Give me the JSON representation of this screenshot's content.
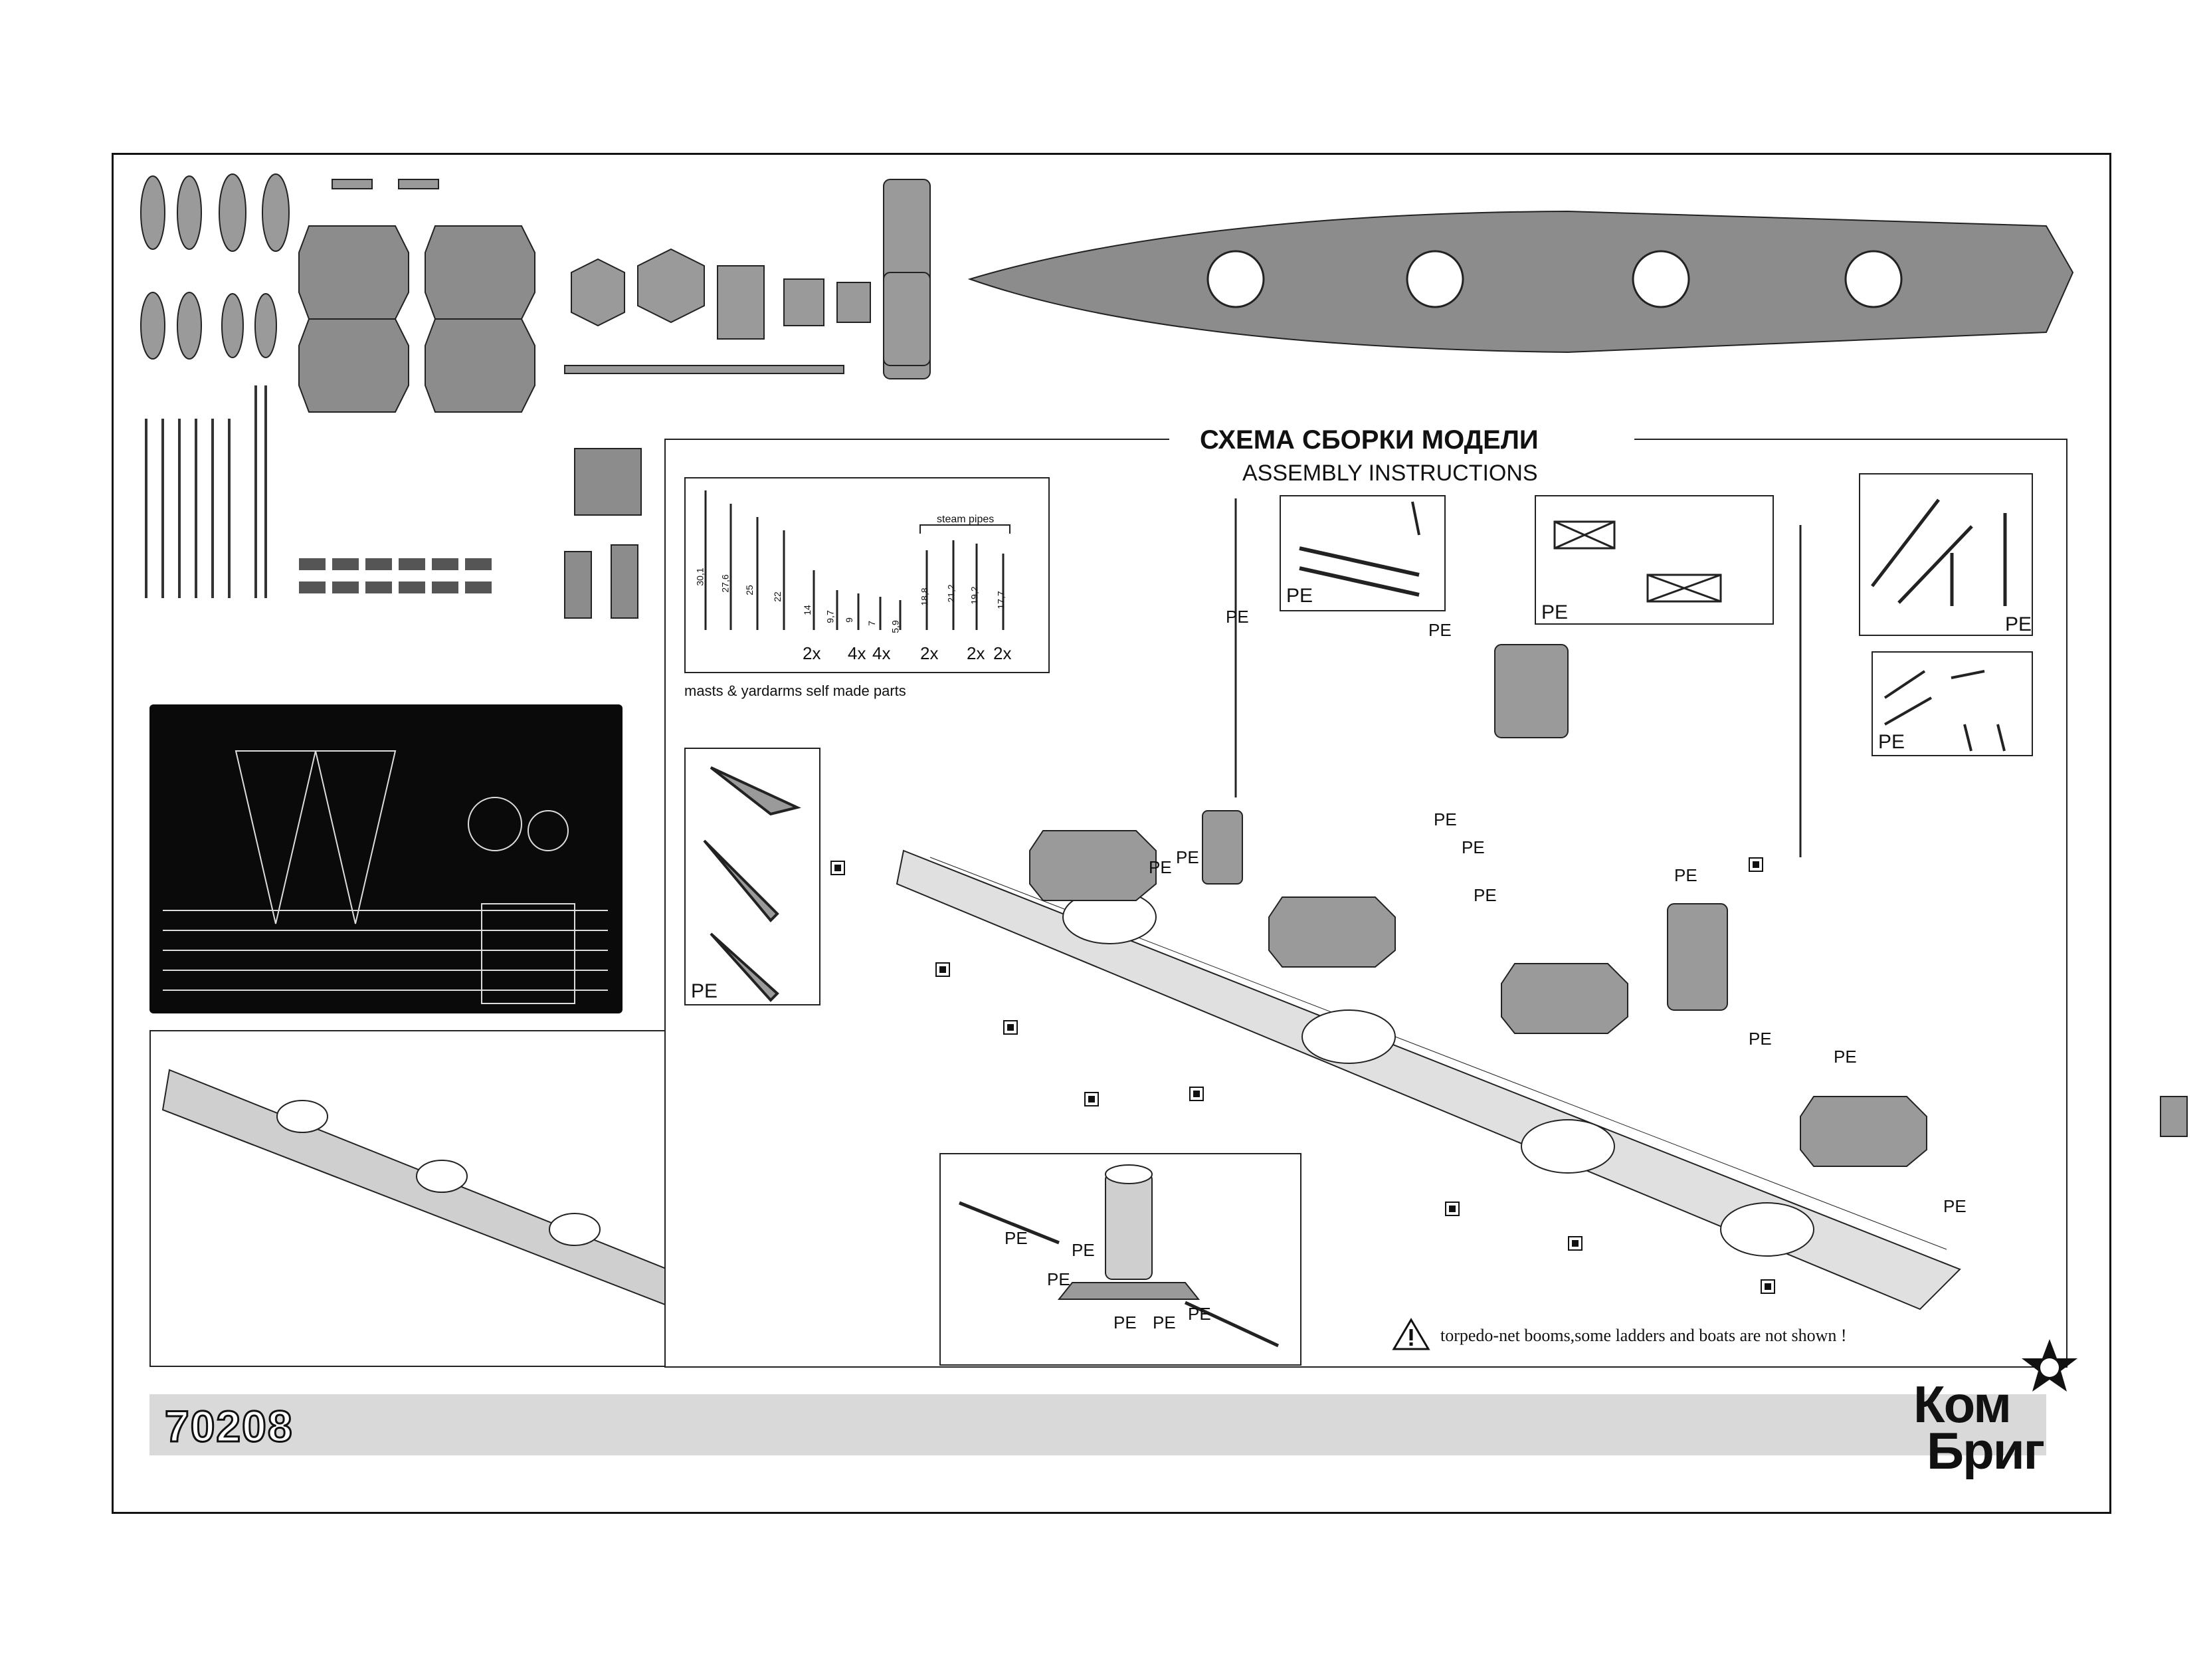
{
  "title": {
    "ru": "СХЕМА СБОРКИ МОДЕЛИ",
    "en": "ASSEMBLY INSTRUCTIONS"
  },
  "kit_number": "70208",
  "brand": {
    "line1": "Ком",
    "line2": "Бриг"
  },
  "masts_panel": {
    "caption": "masts & yardarms  self made parts",
    "group_label": "steam pipes",
    "lengths": [
      "30,1",
      "27,6",
      "25",
      "22",
      "14",
      "9,7",
      "9",
      "7",
      "5,9",
      "18,8",
      "21,2",
      "19,2",
      "17,7"
    ],
    "counts": [
      "2x",
      "4x",
      "4x",
      "2x",
      "2x",
      "2x"
    ]
  },
  "pe_label": "PE",
  "warning_note": "torpedo-net booms,some ladders and boats are not shown !",
  "colors": {
    "line": "#111111",
    "hull_gray": "#8c8c8c",
    "deck_gray": "#a9a9a9",
    "band_gray": "#d6d6d6",
    "etch_black": "#0a0a0a"
  }
}
